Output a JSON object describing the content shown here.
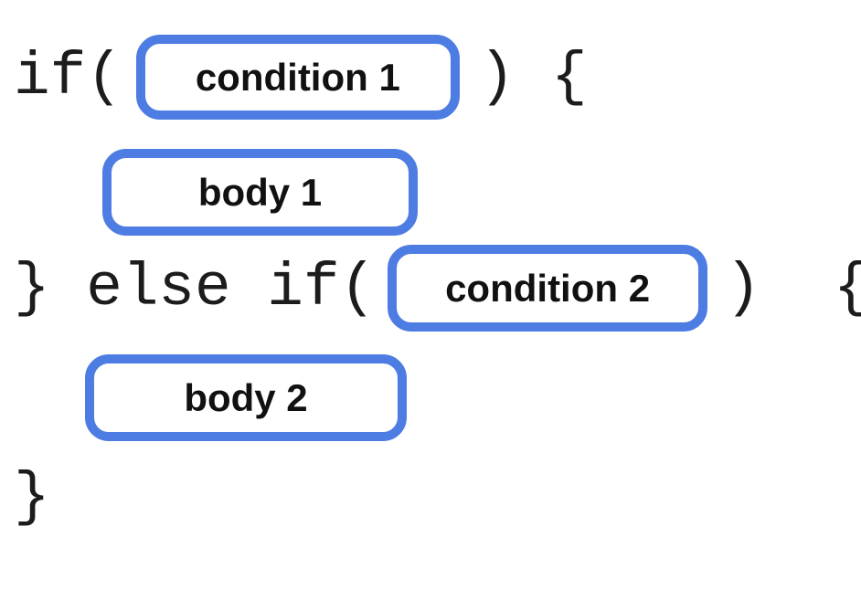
{
  "diagram": {
    "description": "if / else-if code structure diagram with placeholder slots",
    "colors": {
      "slot_border": "#4d7ce2",
      "slot_fill": "#ffffff",
      "code_text": "#1c1c1c",
      "label_text": "#111111",
      "background": "#ffffff"
    },
    "code": {
      "line1_prefix": "if(",
      "line1_suffix": ") {",
      "line3_prefix": "} else if(",
      "line3_suffix": ")  {",
      "line5_close": "}"
    },
    "slots": {
      "condition1": {
        "label": "condition 1"
      },
      "body1": {
        "label": "body 1"
      },
      "condition2": {
        "label": "condition 2"
      },
      "body2": {
        "label": "body 2"
      }
    }
  }
}
